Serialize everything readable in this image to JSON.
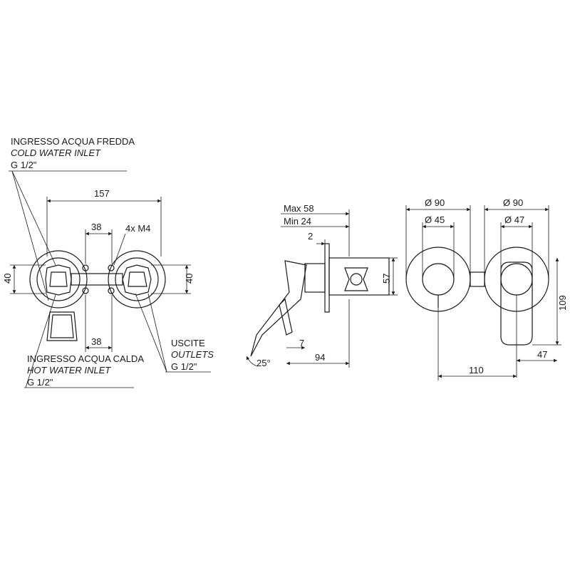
{
  "labels": {
    "cold_it": "INGRESSO ACQUA FREDDA",
    "cold_en": "COLD WATER INLET",
    "cold_thread": "G 1/2\"",
    "hot_it": "INGRESSO ACQUA CALDA",
    "hot_en": "HOT WATER INLET",
    "hot_thread": "G 1/2\"",
    "outlets_it": "USCITE",
    "outlets_en": "OUTLETS",
    "outlets_thread": "G 1/2\"",
    "screws": "4x M4"
  },
  "dimensions": {
    "front_width": "157",
    "spacing_top": "38",
    "spacing_bottom": "38",
    "left_height": "40",
    "right_height": "40",
    "max_depth": "Max 58",
    "min_depth": "Min 24",
    "plate_thickness": "2",
    "body_height": "57",
    "handle_offset": "7",
    "angle": "25°",
    "side_depth": "94",
    "plate_dia_left": "Ø 90",
    "plate_dia_right": "Ø 90",
    "knob_dia": "Ø 45",
    "lever_dia": "Ø 47",
    "center_distance": "110",
    "lever_height": "109",
    "lever_width": "47"
  }
}
